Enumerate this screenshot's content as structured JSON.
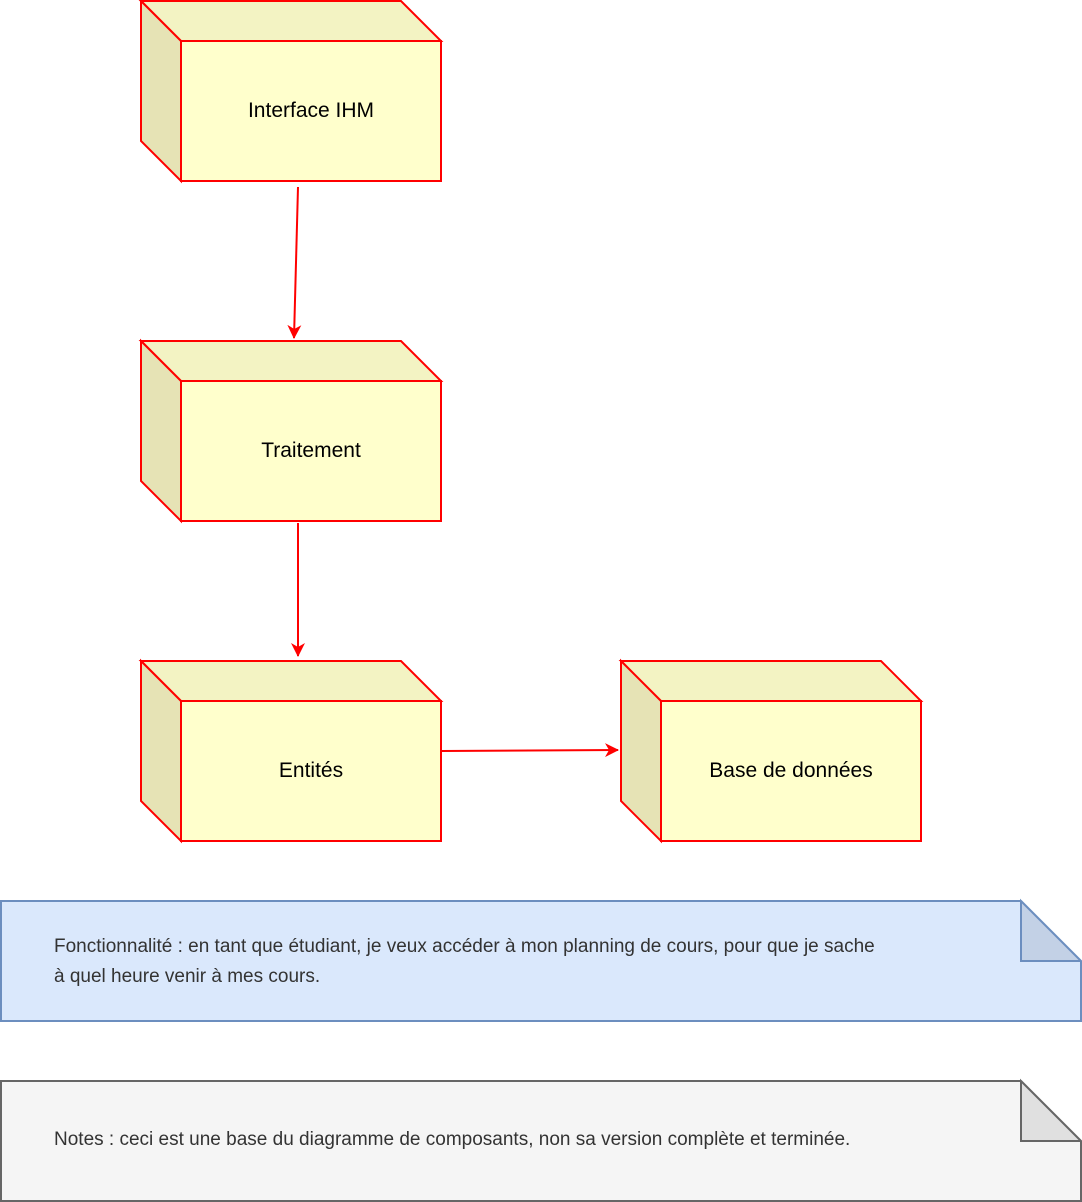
{
  "nodes": [
    {
      "id": "ihm",
      "label": "Interface IHM"
    },
    {
      "id": "traitement",
      "label": "Traitement"
    },
    {
      "id": "entites",
      "label": "Entités"
    },
    {
      "id": "bdd",
      "label": "Base de données"
    }
  ],
  "edges": [
    {
      "from": "ihm",
      "to": "traitement"
    },
    {
      "from": "traitement",
      "to": "entites"
    },
    {
      "from": "entites",
      "to": "bdd"
    }
  ],
  "notes": {
    "functionality": {
      "line1": "Fonctionnalité : en tant que étudiant, je veux accéder à mon planning de cours, pour que je sache",
      "line2": "à quel heure venir à mes cours."
    },
    "remark": {
      "text": "Notes : ceci est une base du diagramme de composants, non sa version complète et terminée."
    }
  },
  "colors": {
    "node_front": "#FFFFCC",
    "node_top": "#F3F3C3",
    "node_side": "#E6E3B5",
    "node_stroke": "#FF0000",
    "edge": "#FF0000",
    "note_blue_fill": "#DAE8FC",
    "note_blue_stroke": "#6C8EBF",
    "note_gray_fill": "#F5F5F5",
    "note_gray_stroke": "#666666"
  }
}
